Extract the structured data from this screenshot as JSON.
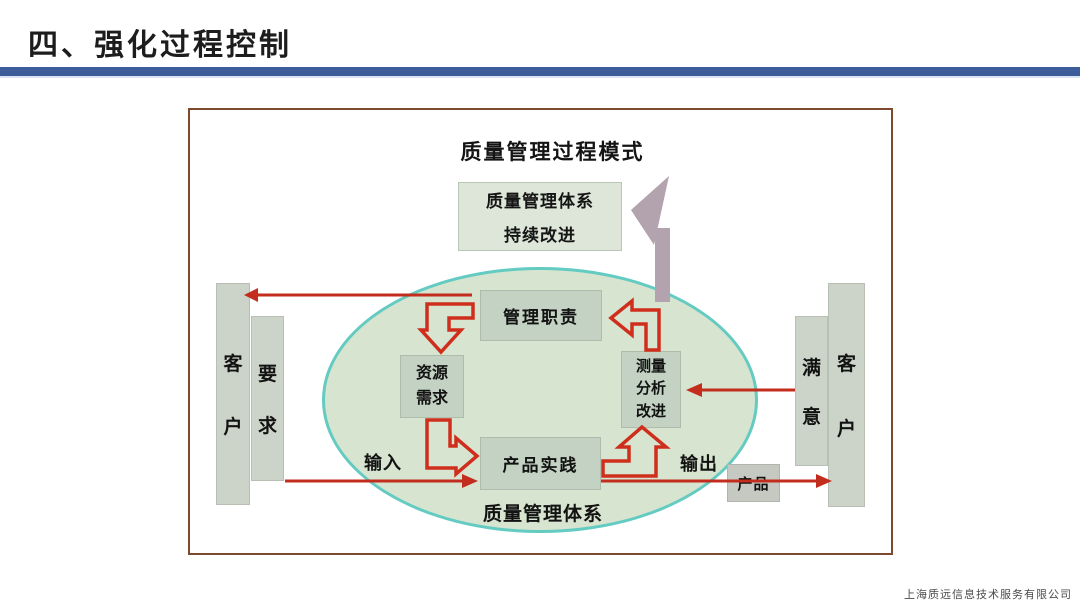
{
  "slide": {
    "title": "四、强化过程控制",
    "footer": "上海质远信息技术服务有限公司"
  },
  "diagram": {
    "title": "质量管理过程模式",
    "top_box": {
      "line1": "质量管理体系",
      "line2": "持续改进"
    },
    "nodes": {
      "management": "管理职责",
      "resources": {
        "line1": "资源",
        "line2": "需求"
      },
      "measurement": {
        "line1": "测量",
        "line2": "分析",
        "line3": "改进"
      },
      "product_practice": "产品实践",
      "product": "产品"
    },
    "labels": {
      "input": "输入",
      "output": "输出",
      "qms_bottom": "质量管理体系"
    },
    "left": {
      "customer": {
        "char1": "客",
        "char2": "户"
      },
      "requirement": {
        "char1": "要",
        "char2": "求"
      }
    },
    "right": {
      "satisfaction": {
        "char1": "满",
        "char2": "意"
      },
      "customer": {
        "char1": "客",
        "char2": "户"
      }
    },
    "colors": {
      "accent_bar": "#3d5c9a",
      "frame_border": "#7e4a2e",
      "ellipse_fill": "#d7e4cf",
      "ellipse_stroke": "#63cbc1",
      "node_fill": "#c3d2c2",
      "red_arrow": "#cf2e1d",
      "mauve_arrow": "#b3a3ae"
    }
  }
}
